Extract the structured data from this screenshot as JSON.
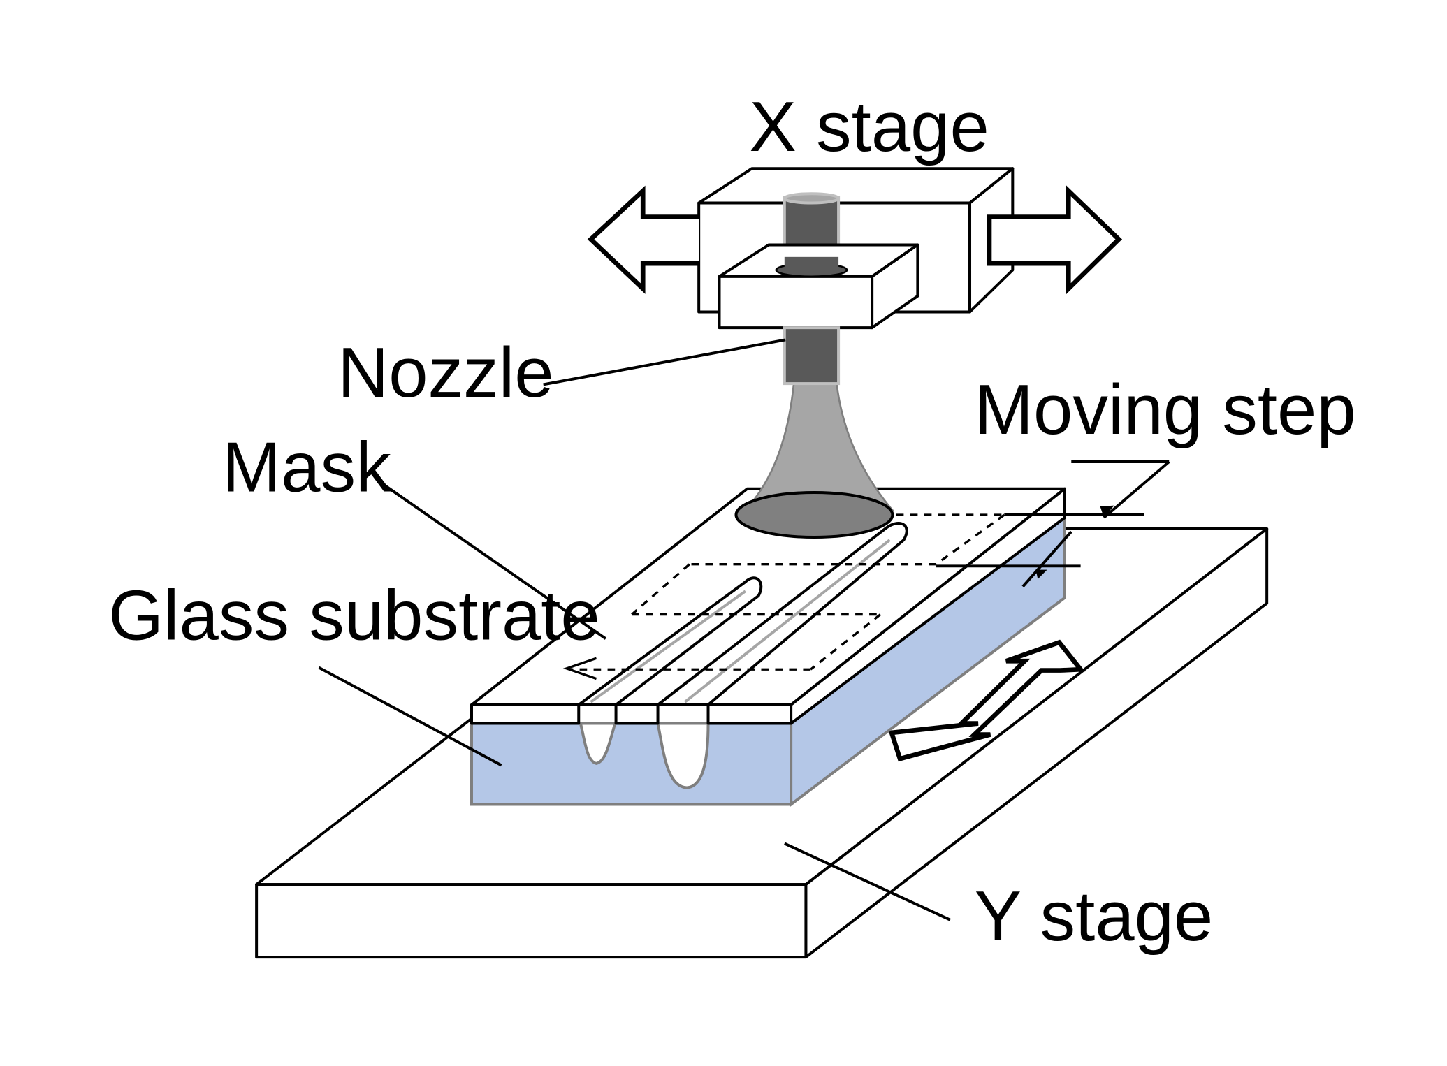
{
  "labels": {
    "x_stage": "X stage",
    "nozzle": "Nozzle",
    "moving_step": "Moving step",
    "mask": "Mask",
    "glass_substrate": "Glass substrate",
    "y_stage": "Y stage"
  },
  "colors": {
    "line": "#000000",
    "glass": "#b4c7e7",
    "glass_edge": "#7f7f7f",
    "nozzle_body": "#595959",
    "nozzle_rim": "#bfbfbf",
    "spray": "#a6a6a6",
    "spray_spot": "#808080",
    "background": "#ffffff"
  }
}
